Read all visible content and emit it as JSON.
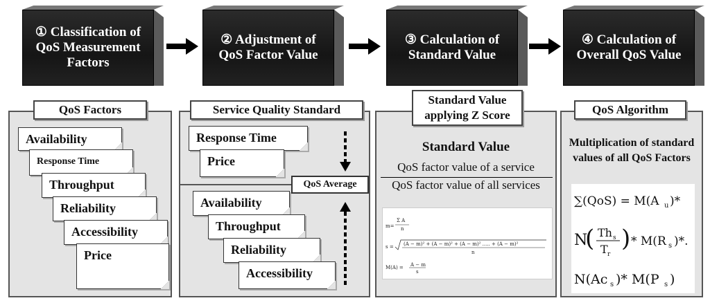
{
  "steps": [
    {
      "num": "①",
      "label": "Classification of QoS Measurement Factors"
    },
    {
      "num": "②",
      "label": "Adjustment of QoS Factor Value"
    },
    {
      "num": "③",
      "label": "Calculation of Standard Value"
    },
    {
      "num": "④",
      "label": "Calculation of Overall QoS Value"
    }
  ],
  "panel1": {
    "title": "QoS Factors",
    "cards": [
      "Availability",
      "Response Time",
      "Throughput",
      "Reliability",
      "Accessibility",
      "Price"
    ]
  },
  "panel2": {
    "title": "Service Quality Standard",
    "top_cards": [
      "Response Time",
      "Price"
    ],
    "bottom_cards": [
      "Availability",
      "Throughput",
      "Reliability",
      "Accessibility"
    ],
    "avg_label": "QoS Average"
  },
  "panel3": {
    "title": "Standard Value applying Z Score",
    "heading": "Standard Value",
    "numerator": "QoS factor value of a service",
    "denominator": "QoS factor value of all services"
  },
  "panel4": {
    "title": "QoS Algorithm",
    "text": "Multiplication of standard values of all QoS Factors"
  }
}
